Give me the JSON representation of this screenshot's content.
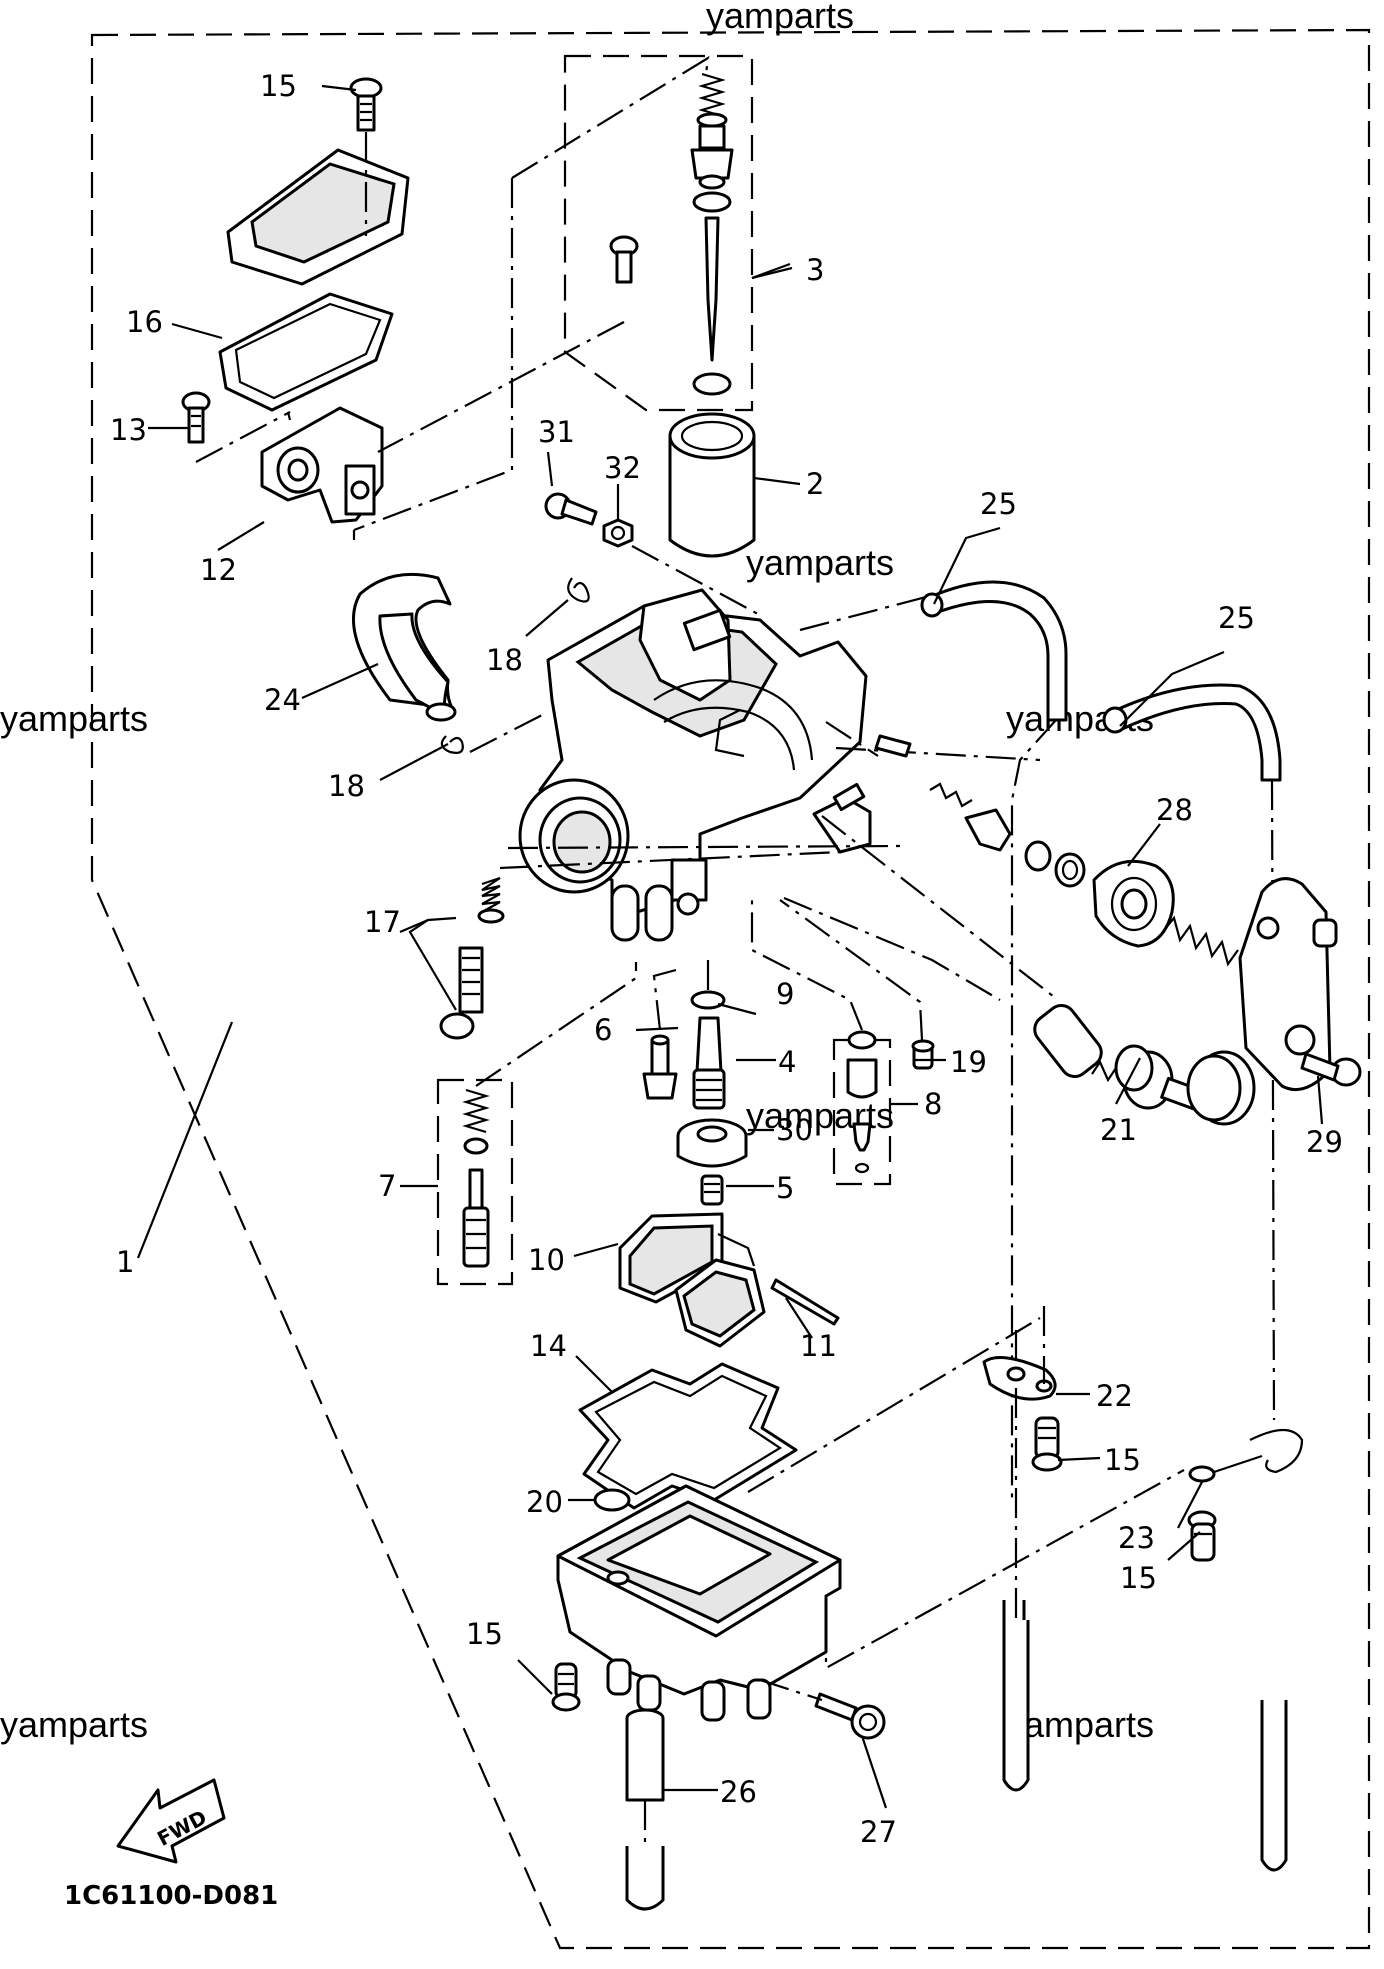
{
  "watermarks": [
    "yamparts",
    "yamparts",
    "yamparts",
    "yamparts",
    "yamparts",
    "yamparts",
    "yamparts"
  ],
  "callouts": [
    "1",
    "2",
    "3",
    "4",
    "5",
    "6",
    "7",
    "8",
    "9",
    "10",
    "11",
    "12",
    "13",
    "14",
    "15",
    "15",
    "15",
    "15",
    "16",
    "17",
    "18",
    "18",
    "19",
    "20",
    "21",
    "22",
    "23",
    "24",
    "25",
    "25",
    "26",
    "27",
    "28",
    "29",
    "30",
    "31",
    "32"
  ],
  "diagram_code": "1C61100-D081",
  "fwd_label": "FWD"
}
